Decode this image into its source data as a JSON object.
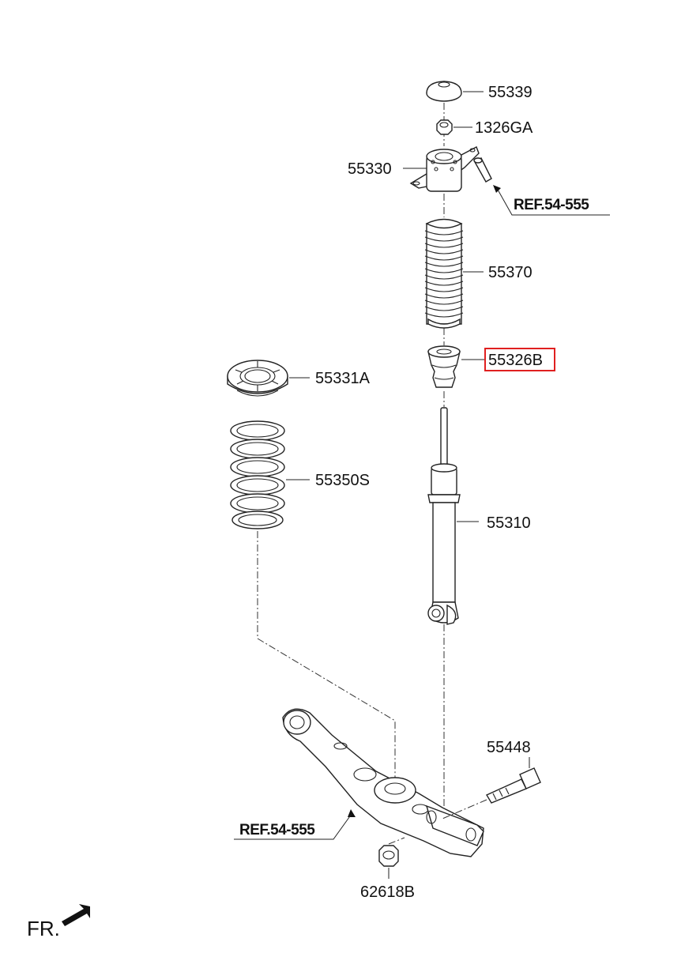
{
  "parts": [
    {
      "number": "55339"
    },
    {
      "number": "1326GA"
    },
    {
      "number": "55330"
    },
    {
      "number": "55370"
    },
    {
      "number": "55326B",
      "highlighted": true
    },
    {
      "number": "55331A"
    },
    {
      "number": "55350S"
    },
    {
      "number": "55310"
    },
    {
      "number": "55448"
    },
    {
      "number": "62618B"
    }
  ],
  "references": [
    {
      "text": "REF.54-555"
    },
    {
      "text": "REF.54-555"
    }
  ],
  "direction_label": "FR.",
  "colors": {
    "highlight_box": "#e02020",
    "line": "#222222"
  },
  "icons": {
    "front_arrow": "arrow-down-left-icon",
    "reference_arrow": "arrow-icon"
  }
}
